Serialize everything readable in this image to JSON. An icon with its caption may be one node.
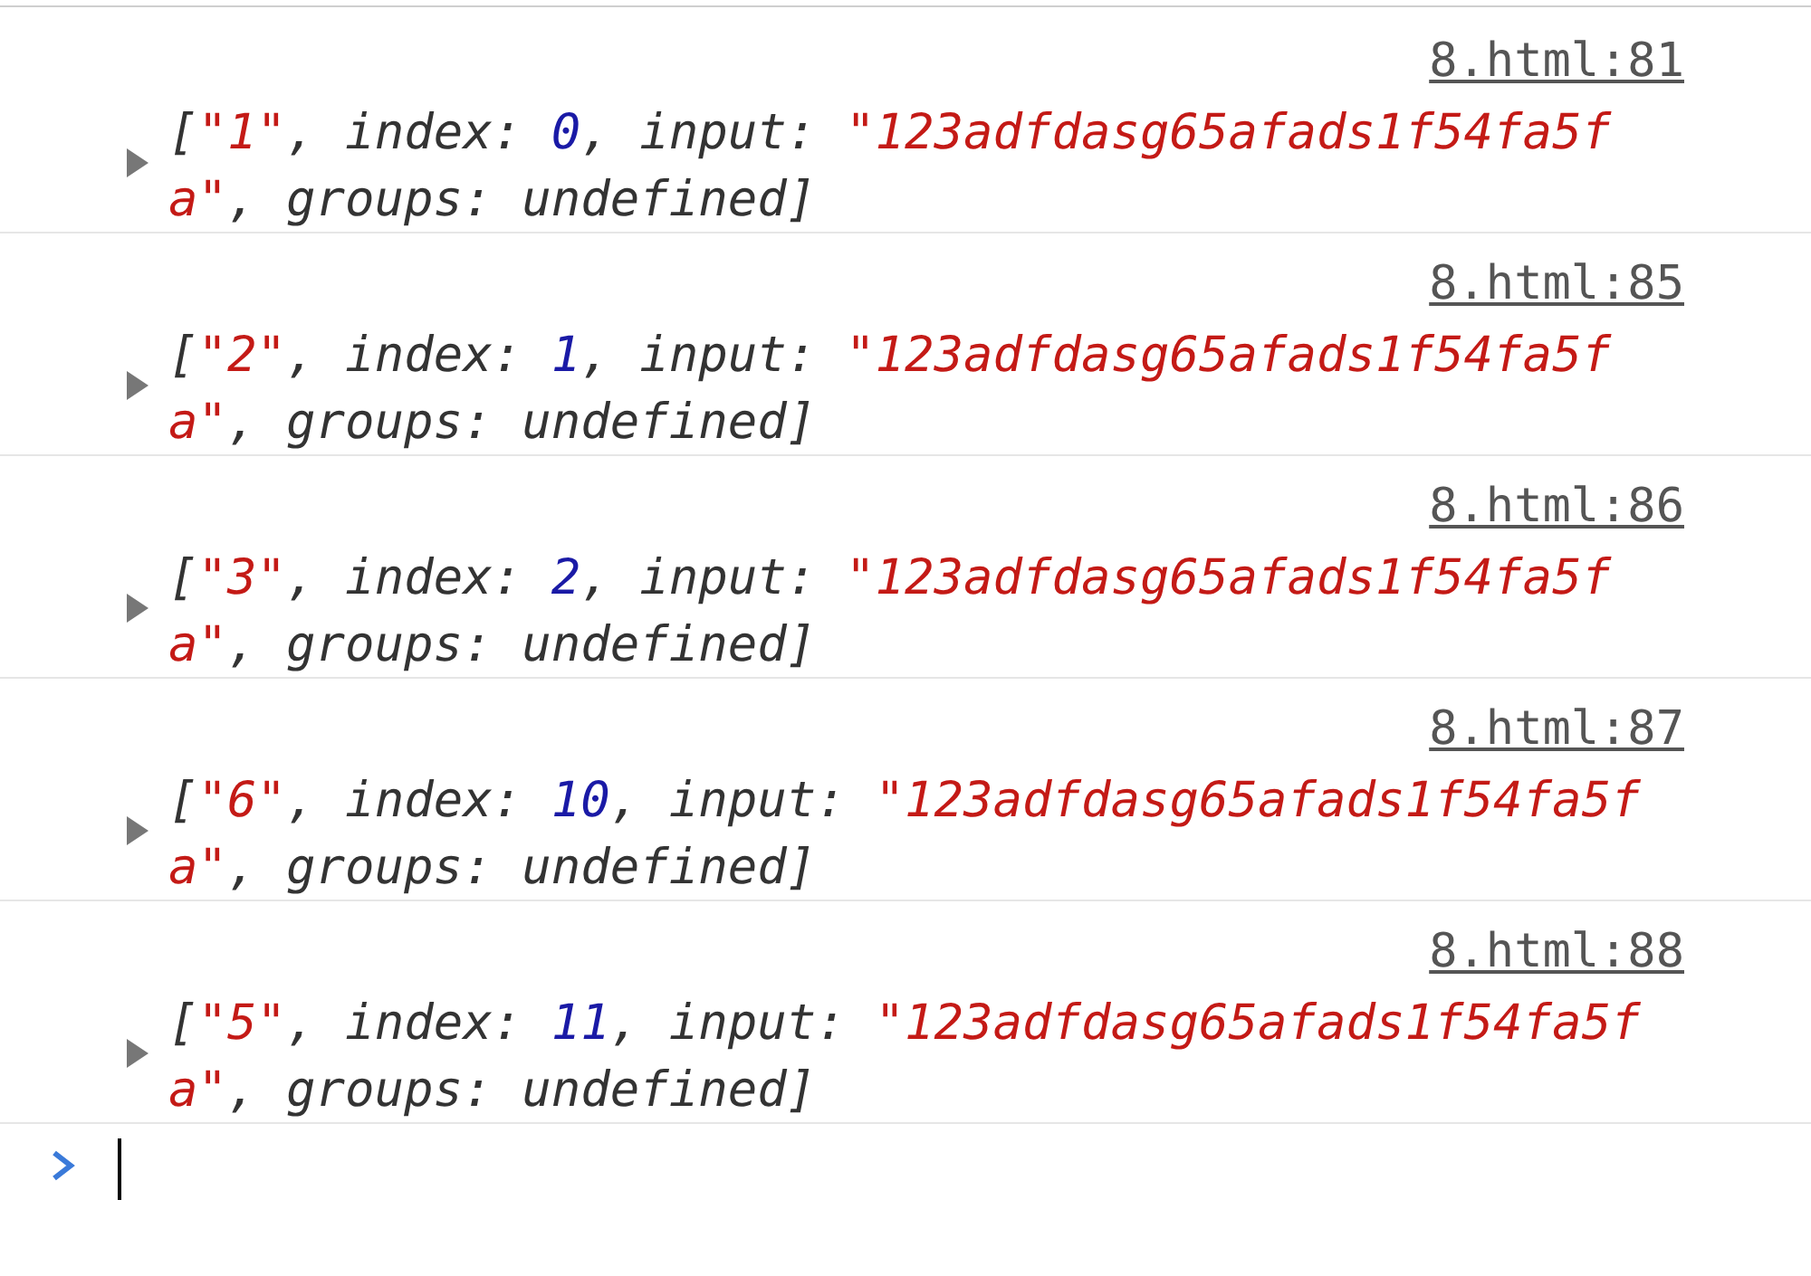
{
  "diagram": {
    "labels": [
      "8.html:81",
      "[\"1\", index: 0, input: \"123adfdasg65afads1f54fa5fa\", groups: undefined]",
      "8.html:85",
      "[\"2\", index: 1, input: \"123adfdasg65afads1f54fa5fa\", groups: undefined]",
      "8.html:86",
      "[\"3\", index: 2, input: \"123adfdasg65afads1f54fa5fa\", groups: undefined]",
      "8.html:87",
      "[\"6\", index: 10, input: \"123adfdasg65afads1f54fa5fa\", groups: undefined]",
      "8.html:88",
      "[\"5\", index: 11, input: \"123adfdasg65afads1f54fa5fa\", groups: undefined]"
    ]
  }
}
